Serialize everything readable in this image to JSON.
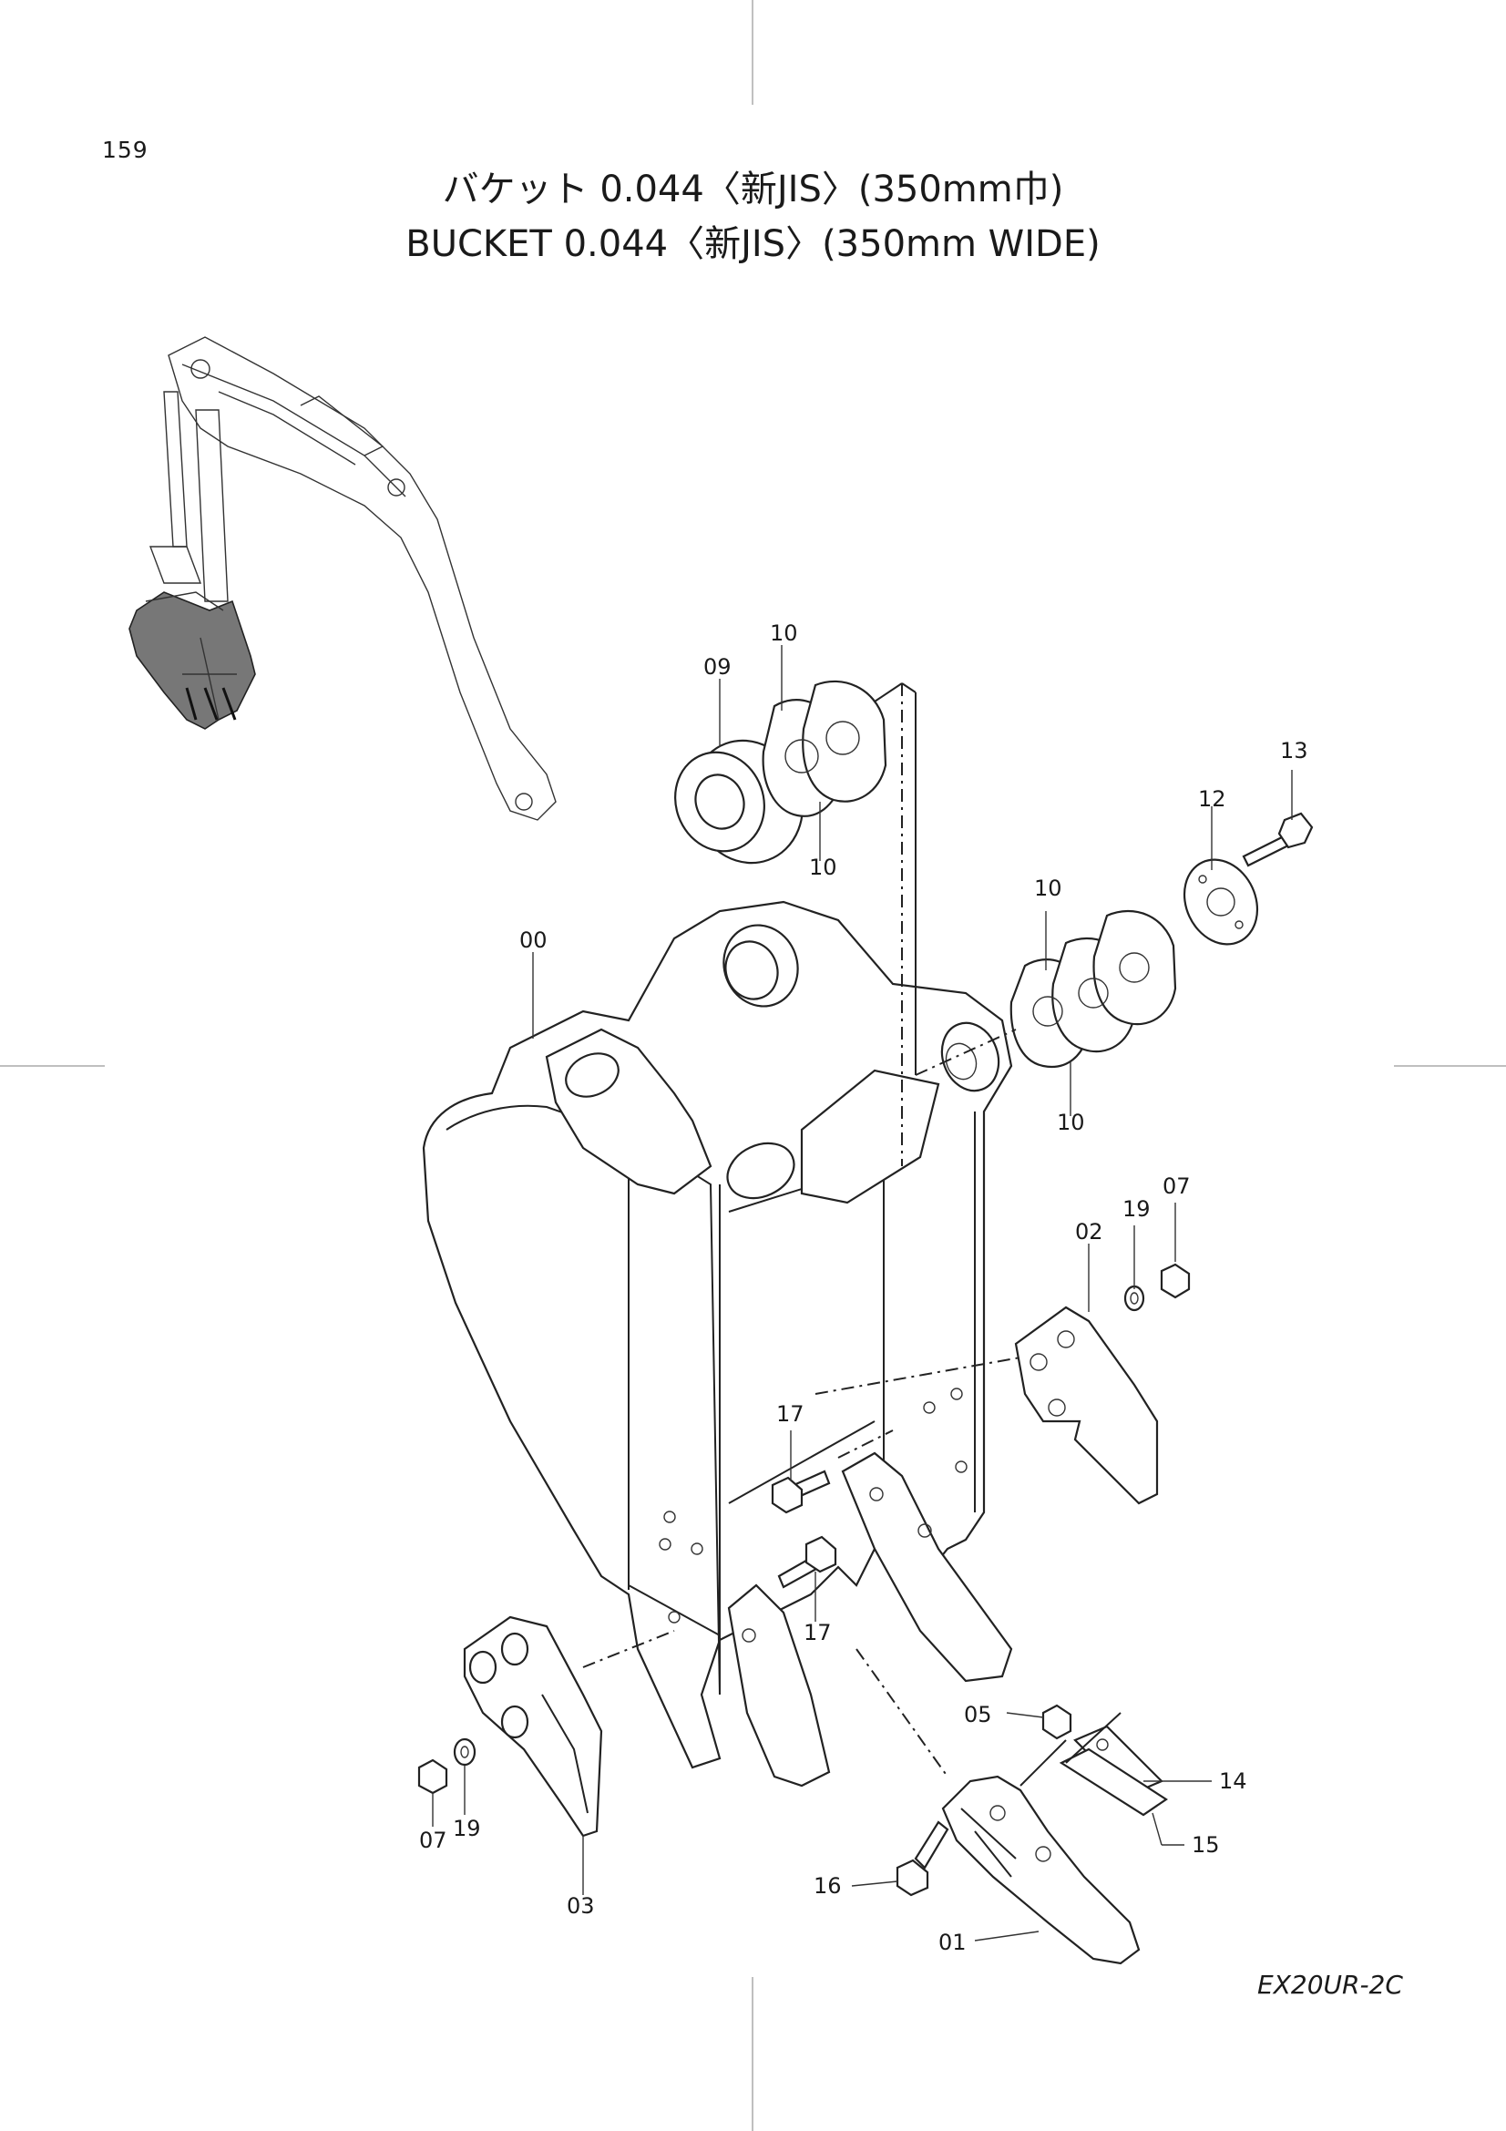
{
  "page_number": "159",
  "title_jp": "バケット 0.044〈新JIS〉(350mm巾)",
  "title_en": "BUCKET 0.044〈新JIS〉(350mm WIDE)",
  "model_code": "EX20UR-2C",
  "callouts": {
    "c00": "00",
    "c01": "01",
    "c02": "02",
    "c03": "03",
    "c05": "05",
    "c07a": "07",
    "c07b": "07",
    "c09": "09",
    "c10a": "10",
    "c10b": "10",
    "c10c": "10",
    "c10d": "10",
    "c12": "12",
    "c13": "13",
    "c14": "14",
    "c15": "15",
    "c16": "16",
    "c17a": "17",
    "c17b": "17",
    "c19a": "19",
    "c19b": "19"
  }
}
